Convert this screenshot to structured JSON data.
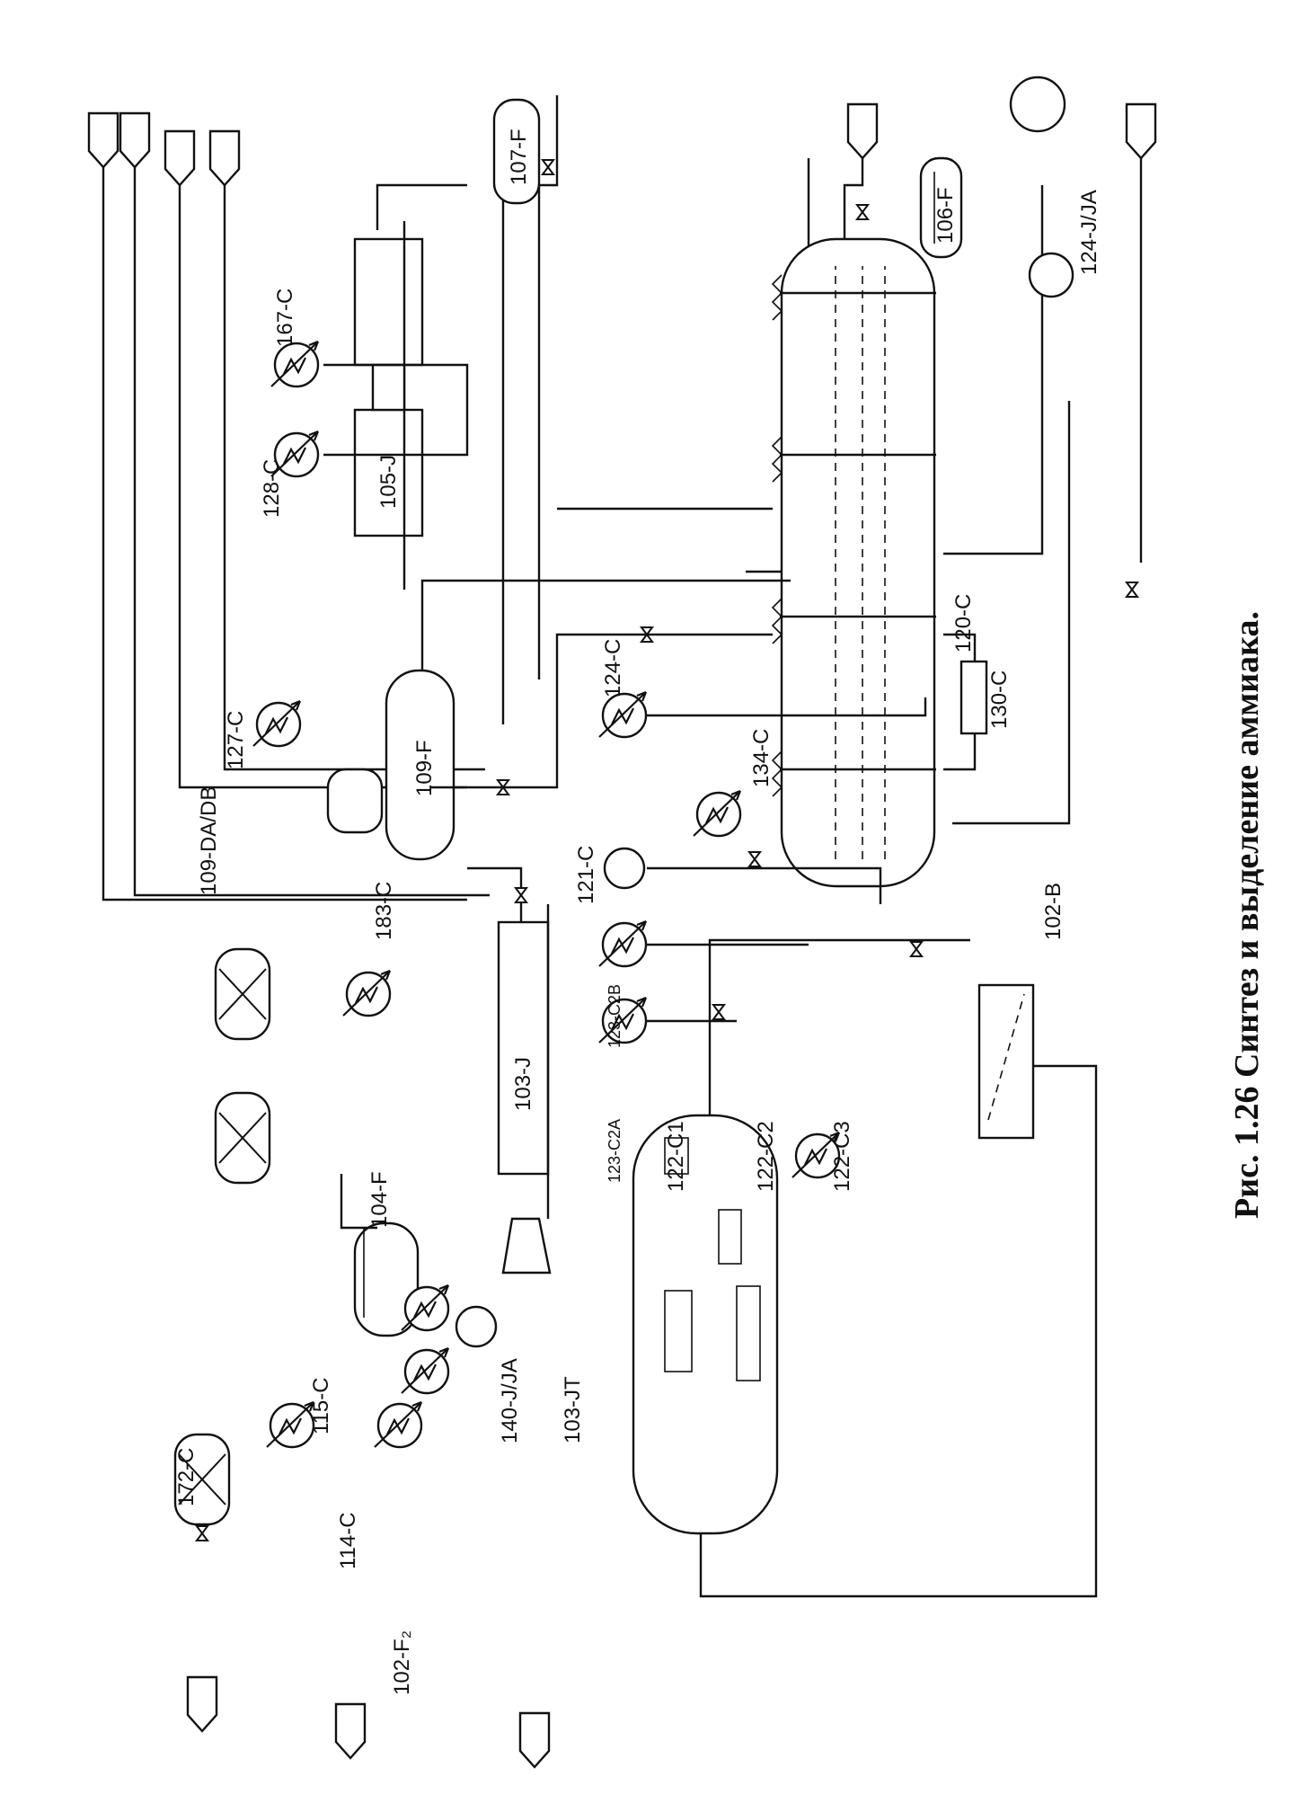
{
  "caption": "Рис. 1.26 Синтез и выделение аммиака.",
  "labels": {
    "c172": "172-С",
    "c115": "115-С",
    "c114": "114-С",
    "f102": "102-F₂",
    "j140": "140-J/JA",
    "jt103": "103-JT",
    "f104": "104-F",
    "da109": "109-DA/DB",
    "c183": "183-С",
    "j103": "103-J",
    "c123a": "123-C2A",
    "c123b": "123-C2B",
    "c121": "121-С",
    "c134": "134-С",
    "c124": "124-С",
    "c122_1": "122-С1",
    "c122_2": "122-С2",
    "c122_3": "122-С3",
    "b102": "102-В",
    "c127": "127-С",
    "f109": "109-F",
    "c128": "128-С",
    "j105": "105-J",
    "c167": "167-С",
    "f107": "107-F",
    "f106": "106-F",
    "c120": "120-С",
    "c130": "130-С",
    "ja124": "124-J/JA"
  }
}
